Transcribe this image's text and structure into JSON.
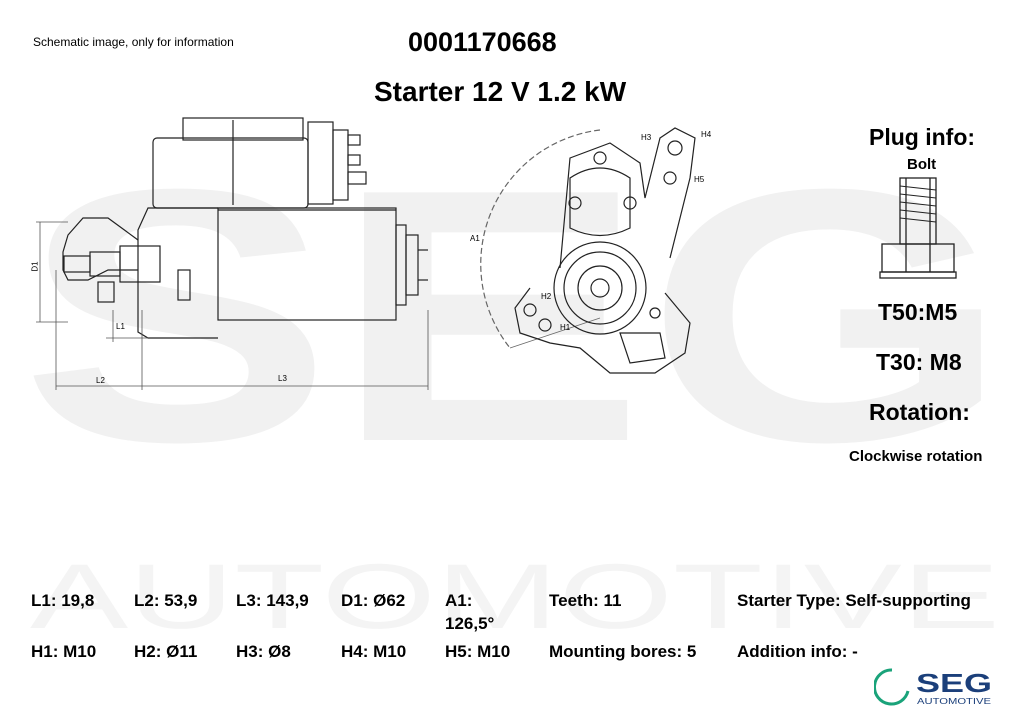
{
  "header": {
    "note": "Schematic image, only for information",
    "part_number": "0001170668",
    "title": "Starter 12 V 1.2 kW"
  },
  "watermark": {
    "big_text": "SEG",
    "small_text": "AUTOMOTIVE"
  },
  "drawing_labels": {
    "d1": "D1",
    "l1": "L1",
    "l2": "L2",
    "l3": "L3",
    "a1": "A1",
    "h1": "H1",
    "h2": "H2",
    "h3": "H3",
    "h4": "H4",
    "h5": "H5"
  },
  "plug_info": {
    "title": "Plug info:",
    "type": "Bolt",
    "t50": "T50:M5",
    "t30": "T30: M8",
    "rotation_title": "Rotation:",
    "rotation_value": "Clockwise rotation"
  },
  "specs": {
    "l1": "L1: 19,8",
    "l2": "L2: 53,9",
    "l3": "L3: 143,9",
    "d1": "D1: Ø62",
    "a1_line1": "A1:",
    "a1_line2": "126,5°",
    "teeth": "Teeth: 11",
    "starter_type": "Starter Type:  Self-supporting",
    "h1": "H1: M10",
    "h2": "H2: Ø11",
    "h3": "H3: Ø8",
    "h4": "H4: M10",
    "h5": "H5: M10",
    "mounting_bores": "Mounting bores: 5",
    "addition_info": "Addition info: -"
  },
  "logo": {
    "brand": "SEG",
    "sub": "AUTOMOTIVE",
    "colors": {
      "brand": "#1b3f7a",
      "accent": "#1aa37a"
    }
  }
}
